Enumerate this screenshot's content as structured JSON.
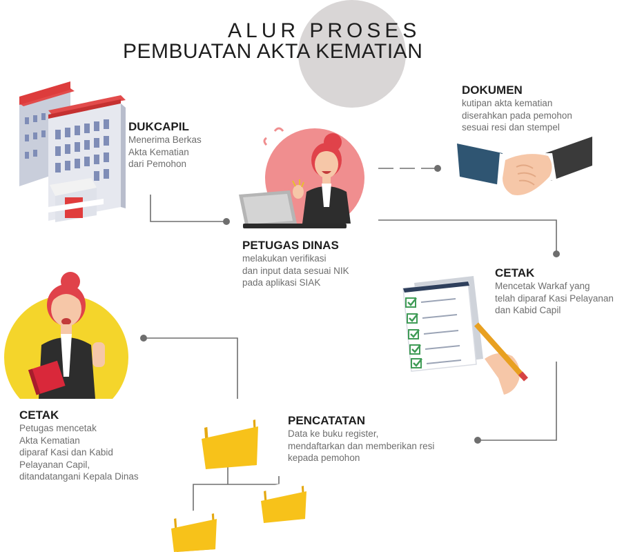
{
  "title": {
    "line1": "ALUR PROSES",
    "line2": "PEMBUATAN AKTA KEMATIAN"
  },
  "steps": {
    "dukcapil": {
      "heading": "DUKCAPIL",
      "description": "Menerima Berkas\nAkta Kematian\ndari Pemohon"
    },
    "petugas_dinas": {
      "heading": "PETUGAS DINAS",
      "description": "melakukan verifikasi\ndan input data sesuai NIK\npada aplikasi SIAK"
    },
    "dokumen": {
      "heading": "DOKUMEN",
      "description": "kutipan akta kematian\ndiserahkan pada pemohon\nsesuai resi dan stempel"
    },
    "cetak_warkaf": {
      "heading": "CETAK",
      "description": "Mencetak Warkaf yang\ntelah diparaf Kasi Pelayanan\ndan Kabid Capil"
    },
    "pencatatan": {
      "heading": "PENCATATAN",
      "description": "Data ke buku register,\nmendaftarkan dan memberikan resi\nkepada pemohon"
    },
    "cetak_akta": {
      "heading": "CETAK",
      "description": "Petugas mencetak\nAkta Kematian\ndiparaf Kasi dan Kabid\nPelayanan Capil,\nditandatangani Kepala Dinas"
    }
  },
  "colors": {
    "grey_circle": "#d9d6d6",
    "pink_circle": "#f08e8f",
    "yellow_circle": "#f4d52b",
    "connector": "#6e6e6e",
    "folder": "#f7c21a"
  },
  "icons": {
    "dukcapil": "office-building-icon",
    "petugas_dinas": "officer-laptop-icon",
    "dokumen": "handshake-icon",
    "cetak_warkaf": "checklist-pen-icon",
    "pencatatan": "folder-tree-icon",
    "cetak_akta": "officer-document-icon"
  }
}
